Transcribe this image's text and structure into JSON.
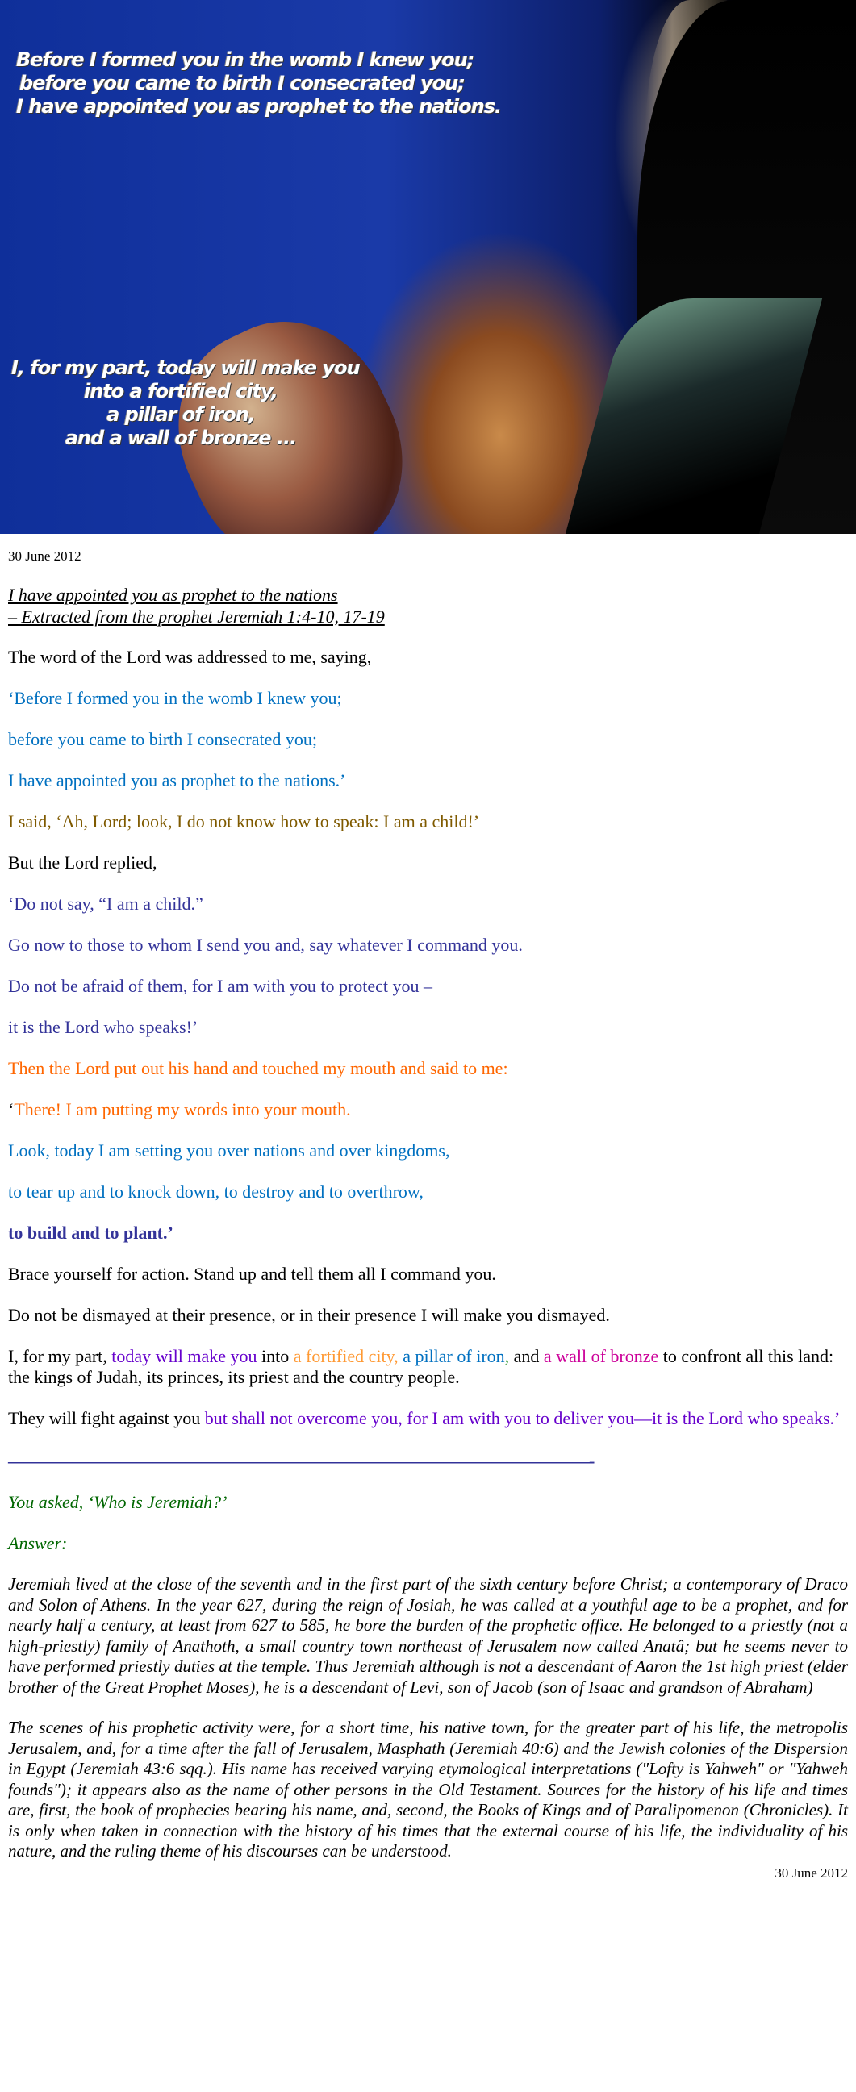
{
  "hero": {
    "top_lines": [
      "Before I formed you in the womb I knew you;",
      "before you came to birth I consecrated you;",
      "I have appointed you as prophet to the nations."
    ],
    "bottom_lines": [
      "I, for my part, today will make you",
      "into a fortified city,",
      "a pillar of iron,",
      "and a wall of bronze ..."
    ]
  },
  "date": "30 June 2012",
  "title": [
    "I have appointed you as prophet to the nations",
    "– Extracted from the prophet Jeremiah 1:4-10, 17-19"
  ],
  "verses": [
    "The word of the Lord was addressed to me, saying,",
    "‘Before I formed you in the womb I knew you;",
    "before you came to birth I consecrated you;",
    "I have appointed you as prophet to the nations.’",
    "I said, ‘Ah, Lord; look, I do not know how to speak: I am a child!’",
    "But the Lord replied,",
    "‘Do not say, “I am a child.”",
    "Go now to those to whom I send you  and, say whatever I command you.",
    "Do not be afraid of them, for I am with you to protect you –",
    "it is the Lord who speaks!’",
    "Then the Lord put out his hand and touched my mouth and said to me:",
    "There! I am putting my words into your mouth.",
    "Look, today I am setting you over nations and over kingdoms,",
    "to tear up and to knock down, to destroy and to overthrow,",
    "to build and to plant.’",
    "Brace yourself for action. Stand up and tell them all I command you.",
    "Do not be dismayed at their presence, or in their presence I will make you dismayed."
  ],
  "there_quote": "‘",
  "part": {
    "s1": "I, for my part, ",
    "s2": "today will make you",
    "s3": " into ",
    "s4": "a fortified city,",
    "s5": " a pillar of iron",
    "s6": ",",
    "s7": " and ",
    "s8": "a wall of bronze",
    "s9": " to confront all this land: the kings of Judah, its princes, its priest and the country people."
  },
  "fight": {
    "s1": "They will fight against you ",
    "s2": "but shall not overcome you, for I am with you to deliver you—it is the Lord who speaks.’"
  },
  "rule": "————————————————————————————————————-",
  "question": "You asked, ‘Who is Jeremiah?’",
  "answer_label": "Answer:",
  "answer_paragraphs": [
    "Jeremiah lived at the close of the seventh and in the first part of the sixth century before Christ; a contemporary of Draco and Solon of Athens. In the year 627, during the reign of Josiah, he was called at a youthful age to be a prophet, and for nearly half a century, at least from 627 to 585, he bore the burden of the prophetic office. He belonged to a priestly (not a high-priestly) family of Anathoth, a small country town northeast of Jerusalem now called Anatâ; but he seems never to have performed priestly duties at the temple. Thus Jeremiah although is not a descendant of Aaron the 1st high priest (elder brother of the Great Prophet Moses), he is a descendant of Levi, son of Jacob (son of Isaac and grandson of Abraham)",
    "The scenes of his prophetic activity were, for a short time, his native town, for the greater part of his life, the metropolis Jerusalem, and, for a time after the fall of Jerusalem, Masphath (Jeremiah 40:6) and the Jewish colonies of the Dispersion in Egypt (Jeremiah 43:6 sqq.). His name has received varying etymological interpretations (\"Lofty is Yahweh\" or \"Yahweh founds\"); it appears also as the name of other persons in the Old Testament. Sources for the history of his life and times are, first, the book of prophecies bearing his name, and, second, the Books of Kings and of Paralipomenon (Chronicles). It is only when taken in connection with the history of his times that the external course of his life, the individuality of his nature, and the ruling theme of his discourses can be understood."
  ],
  "footer_date": "30 June 2012"
}
